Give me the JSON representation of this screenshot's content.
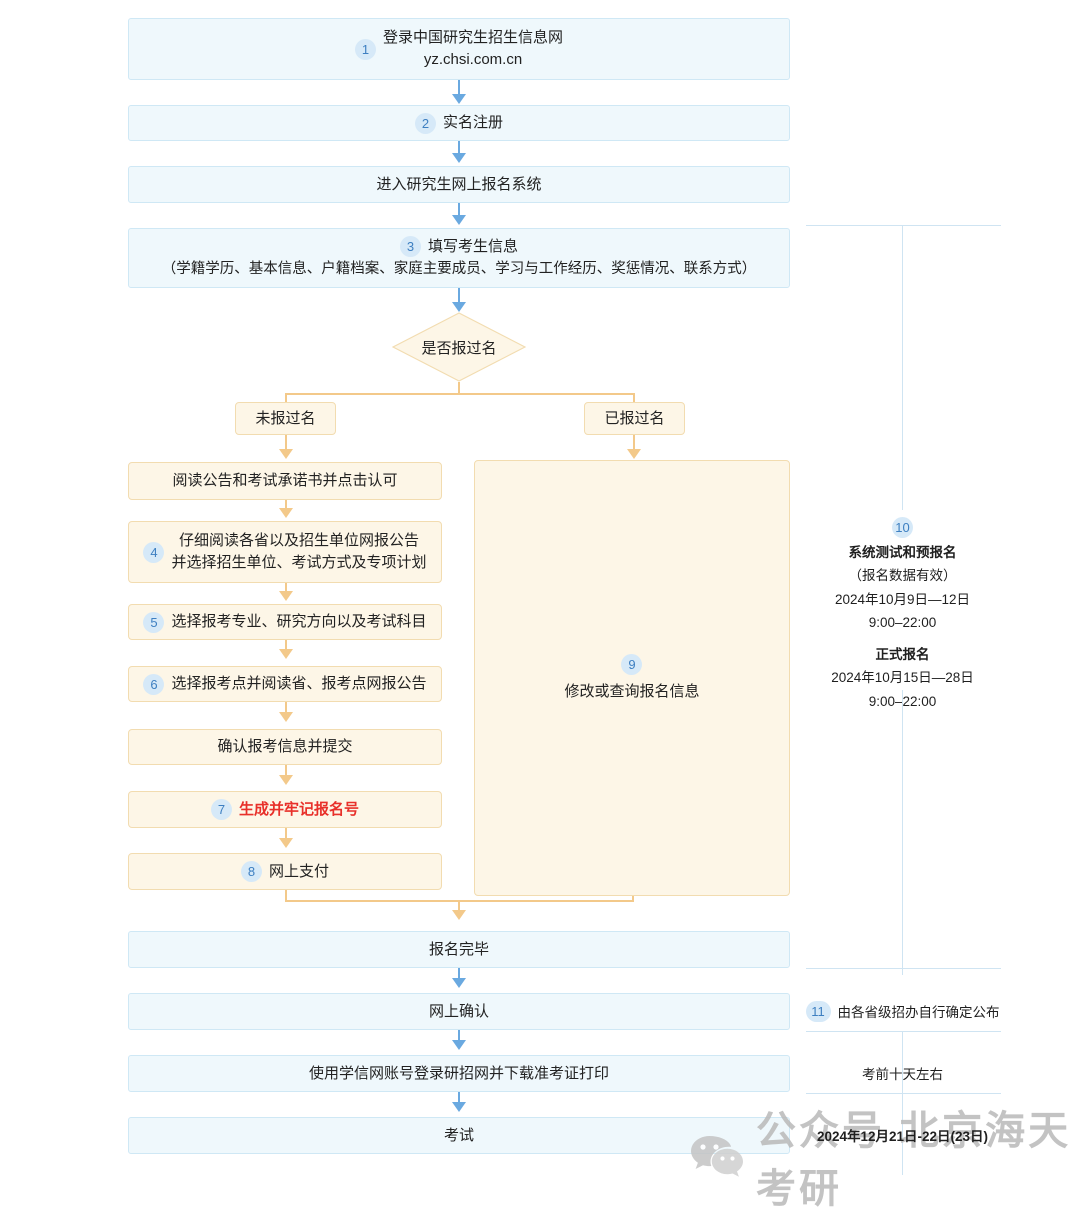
{
  "flow": {
    "nodes": [
      {
        "id": "login",
        "num": "1",
        "line1": "登录中国研究生招生信息网",
        "line2": "yz.chsi.com.cn",
        "style": "blue"
      },
      {
        "id": "register",
        "num": "2",
        "label": "实名注册",
        "style": "blue"
      },
      {
        "id": "enter",
        "num": "",
        "label": "进入研究生网上报名系统",
        "style": "blue"
      },
      {
        "id": "fillinfo",
        "num": "3",
        "line1": "填写考生信息",
        "line2": "（学籍学历、基本信息、户籍档案、家庭主要成员、学习与工作经历、奖惩情况、联系方式）",
        "style": "blue"
      },
      {
        "id": "decision",
        "num": "",
        "label": "是否报过名",
        "style": "diamond"
      },
      {
        "id": "branch-no",
        "num": "",
        "label": "未报过名",
        "style": "cream"
      },
      {
        "id": "branch-yes",
        "num": "",
        "label": "已报过名",
        "style": "cream"
      },
      {
        "id": "readnotice",
        "num": "",
        "label": "阅读公告和考试承诺书并点击认可",
        "style": "cream"
      },
      {
        "id": "readprov",
        "num": "4",
        "line1": "仔细阅读各省以及招生单位网报公告",
        "line2": "并选择招生单位、考试方式及专项计划",
        "style": "cream"
      },
      {
        "id": "selectmajor",
        "num": "5",
        "label": "选择报考专业、研究方向以及考试科目",
        "style": "cream"
      },
      {
        "id": "selectsite",
        "num": "6",
        "label": "选择报考点并阅读省、报考点网报公告",
        "style": "cream"
      },
      {
        "id": "confirm",
        "num": "",
        "label": "确认报考信息并提交",
        "style": "cream"
      },
      {
        "id": "regnumber",
        "num": "7",
        "label": "生成并牢记报名号",
        "style": "cream",
        "emphasis": "red"
      },
      {
        "id": "pay",
        "num": "8",
        "label": "网上支付",
        "style": "cream"
      },
      {
        "id": "modify",
        "num": "9",
        "label": "修改或查询报名信息",
        "style": "cream"
      },
      {
        "id": "done",
        "num": "",
        "label": "报名完毕",
        "style": "blue"
      },
      {
        "id": "onlineconfirm",
        "num": "",
        "label": "网上确认",
        "style": "blue"
      },
      {
        "id": "downloadticket",
        "num": "",
        "label": "使用学信网账号登录研招网并下载准考证打印",
        "style": "blue"
      },
      {
        "id": "exam",
        "num": "",
        "label": "考试",
        "style": "blue"
      }
    ]
  },
  "sidebar": {
    "schedule": {
      "num": "10",
      "title_pre": "系统测试和预报名",
      "sub_pre": "（报名数据有效）",
      "date_pre": "2024年10月9日—12日",
      "time_pre": "9:00–22:00",
      "title_formal": "正式报名",
      "date_formal": "2024年10月15日—28日",
      "time_formal": "9:00–22:00"
    },
    "confirm_note": {
      "num": "11",
      "text": "由各省级招办自行确定公布"
    },
    "ticket_note": {
      "text": "考前十天左右"
    },
    "exam_note": {
      "text": "2024年12月21日-22日(23日)"
    }
  },
  "watermark": {
    "text": "公众号 北京海天考研",
    "icon": "wechat-icon"
  },
  "colors": {
    "blue_fill": "#eff8fc",
    "blue_border": "#cfe8f5",
    "blue_arrow": "#6aa9e0",
    "cream_fill": "#fdf6e7",
    "cream_border": "#f2dcb0",
    "cream_arrow": "#f3c98a",
    "badge_bg": "#d6e9f8",
    "badge_fg": "#3d7fc1",
    "red": "#e8302a"
  }
}
